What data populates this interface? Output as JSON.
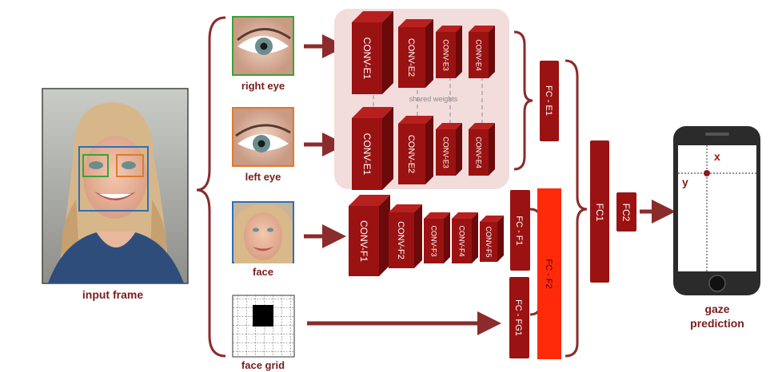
{
  "input_frame": {
    "label": "input frame"
  },
  "inputs": {
    "right_eye": "right eye",
    "left_eye": "left eye",
    "face": "face",
    "face_grid": "face grid"
  },
  "eye_branch": {
    "top_layers": [
      "CONV-E1",
      "CONV-E2",
      "CONV-E3",
      "CONV-E4"
    ],
    "bottom_layers": [
      "CONV-E1",
      "CONV-E2",
      "CONV-E3",
      "CONV-E4"
    ],
    "shared_weights": "shared weights",
    "fc": "FC - E1"
  },
  "face_branch": {
    "layers": [
      "CONV-F1",
      "CONV-F2",
      "CONV-F3",
      "CONV-F4",
      "CONV-F5"
    ],
    "fc1": "FC - F1",
    "fc2": "FC - F2"
  },
  "grid_branch": {
    "fc": "FC - FG1"
  },
  "head": {
    "fc1": "FC1",
    "fc2": "FC2"
  },
  "output": {
    "label_line1": "gaze",
    "label_line2": "prediction",
    "x": "x",
    "y": "y"
  },
  "colors": {
    "arrow": "#8b2b2b",
    "layer_front": "#9b1212",
    "layer_top": "#b82020",
    "layer_side": "#6a0a0a",
    "fc_f2": "#ff2a0a",
    "eye_panel": "#f3dcdc",
    "right_eye_border": "#3aa23a",
    "left_eye_border": "#e07a2a",
    "face_border": "#2f6fb5",
    "label": "#7a1c1c"
  }
}
